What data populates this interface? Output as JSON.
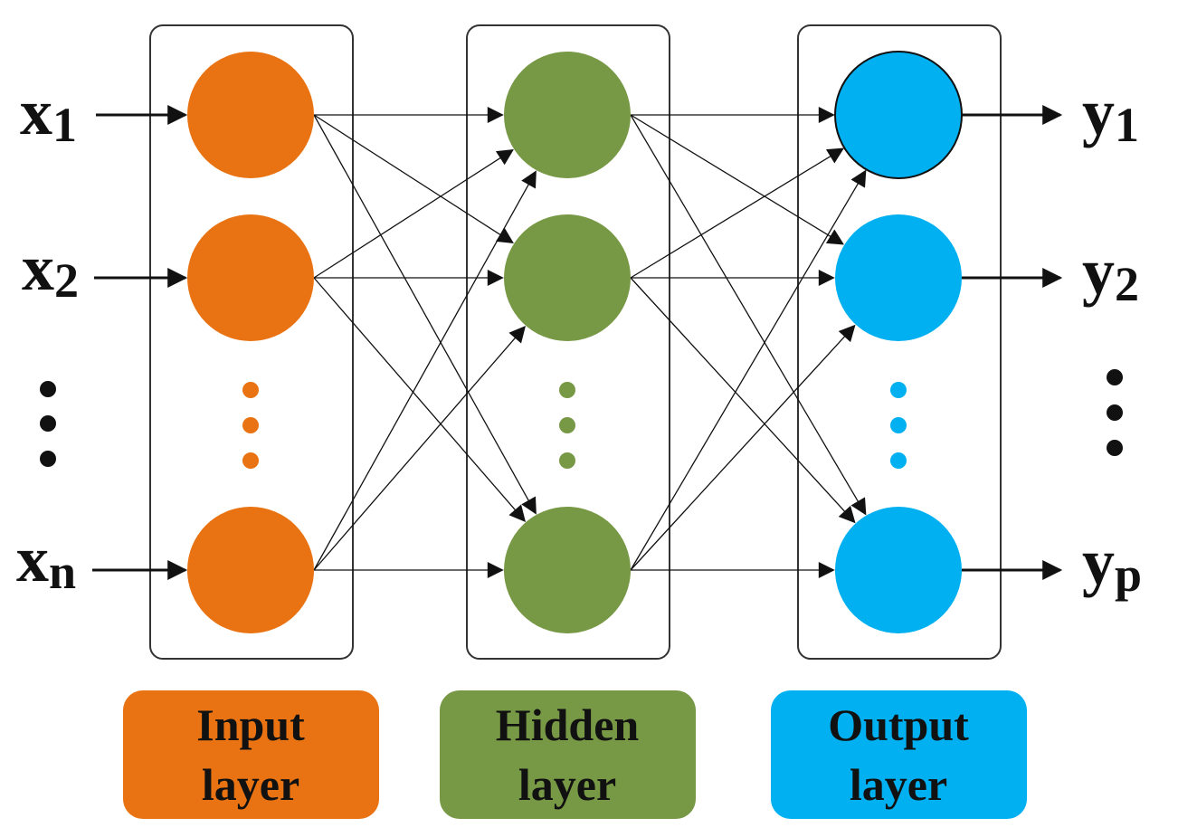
{
  "colors": {
    "input": "#E97312",
    "hidden": "#779845",
    "output": "#00B0F0",
    "line": "#111111"
  },
  "inputs": [
    {
      "base": "x",
      "sub": "1"
    },
    {
      "base": "x",
      "sub": "2"
    },
    {
      "base": "x",
      "sub": "n"
    }
  ],
  "outputs": [
    {
      "base": "y",
      "sub": "1"
    },
    {
      "base": "y",
      "sub": "2"
    },
    {
      "base": "y",
      "sub": "p"
    }
  ],
  "labels": {
    "input": [
      "Input",
      "layer"
    ],
    "hidden": [
      "Hidden",
      "layer"
    ],
    "output": [
      "Output",
      "layer"
    ]
  }
}
